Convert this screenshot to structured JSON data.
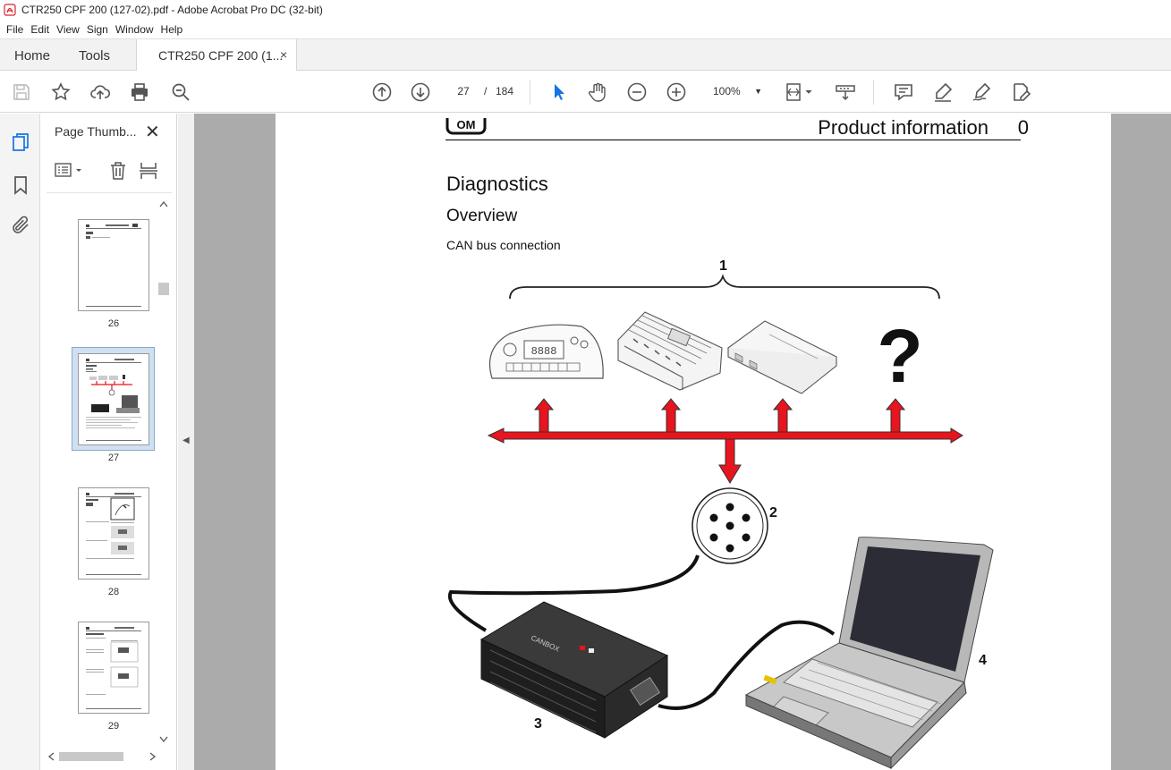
{
  "window": {
    "title": "CTR250 CPF 200 (127-02).pdf - Adobe Acrobat Pro DC (32-bit)"
  },
  "menu": [
    "File",
    "Edit",
    "View",
    "Sign",
    "Window",
    "Help"
  ],
  "tabs": {
    "home": "Home",
    "tools": "Tools",
    "document": "CTR250 CPF 200 (1...",
    "close_glyph": "×"
  },
  "toolbar": {
    "page_current": "27",
    "page_sep": "/",
    "page_total": "184",
    "zoom": "100%",
    "icons": [
      "save-icon",
      "star-icon",
      "upload-icon",
      "print-icon",
      "zoom-search-icon",
      "page-up-icon",
      "page-down-icon",
      "select-cursor-icon",
      "hand-icon",
      "zoom-out-icon",
      "zoom-in-icon",
      "fit-page-icon",
      "scroll-mode-icon",
      "comment-icon",
      "highlight-icon",
      "sign-icon",
      "edit-icon"
    ]
  },
  "panel": {
    "title": "Page Thumb...",
    "close_glyph": "✕",
    "thumbnails": [
      {
        "label": "26",
        "selected": false
      },
      {
        "label": "27",
        "selected": true
      },
      {
        "label": "28",
        "selected": false
      },
      {
        "label": "29",
        "selected": false
      }
    ]
  },
  "document": {
    "logo": "OM",
    "header_title": "Product information",
    "header_number": "0",
    "heading1": "Diagnostics",
    "heading2": "Overview",
    "heading3": "CAN bus connection",
    "callouts": {
      "c1": "1",
      "c2": "2",
      "c3": "3",
      "c4": "4"
    },
    "question_mark": "?",
    "canbox_label": "CANBOX",
    "arrow_color": "#e8141e"
  }
}
